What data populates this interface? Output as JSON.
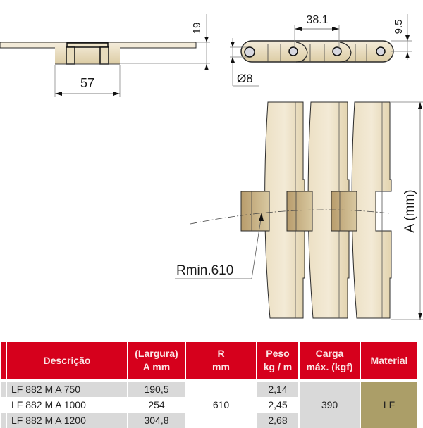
{
  "drawing": {
    "side_view": {
      "height_dim": "19",
      "width_dim": "57"
    },
    "link_view": {
      "pitch_dim": "38.1",
      "offset_dim": "9.5",
      "pin_dia_dim": "Ø8"
    },
    "top_view": {
      "radius_label": "Rmin.610",
      "width_label": "A (mm)"
    },
    "colors": {
      "chain_body": "#e8dcc0",
      "chain_shadow": "#c8b48c",
      "outline": "#2a2a2a",
      "dimension_line": "#555555"
    }
  },
  "table": {
    "headers": [
      {
        "line1": "",
        "line2": ""
      },
      {
        "line1": "Descrição",
        "line2": ""
      },
      {
        "line1": "(Largura)",
        "line2": "A mm"
      },
      {
        "line1": "R",
        "line2": "mm"
      },
      {
        "line1": "Peso",
        "line2": "kg / m"
      },
      {
        "line1": "Carga",
        "line2": "máx. (kgf)"
      },
      {
        "line1": "Material",
        "line2": ""
      }
    ],
    "rows": [
      {
        "descricao": "LF 882 M A 750",
        "largura": "190,5",
        "peso": "2,14"
      },
      {
        "descricao": "LF 882 M A 1000",
        "largura": "254",
        "peso": "2,45"
      },
      {
        "descricao": "LF 882 M A 1200",
        "largura": "304,8",
        "peso": "2,68"
      }
    ],
    "merged": {
      "r": "610",
      "carga": "390",
      "material": "LF"
    },
    "colors": {
      "header_bg": "#d6001c",
      "row_gray": "#d9d9d9",
      "material_bg": "#ab9e68"
    }
  }
}
